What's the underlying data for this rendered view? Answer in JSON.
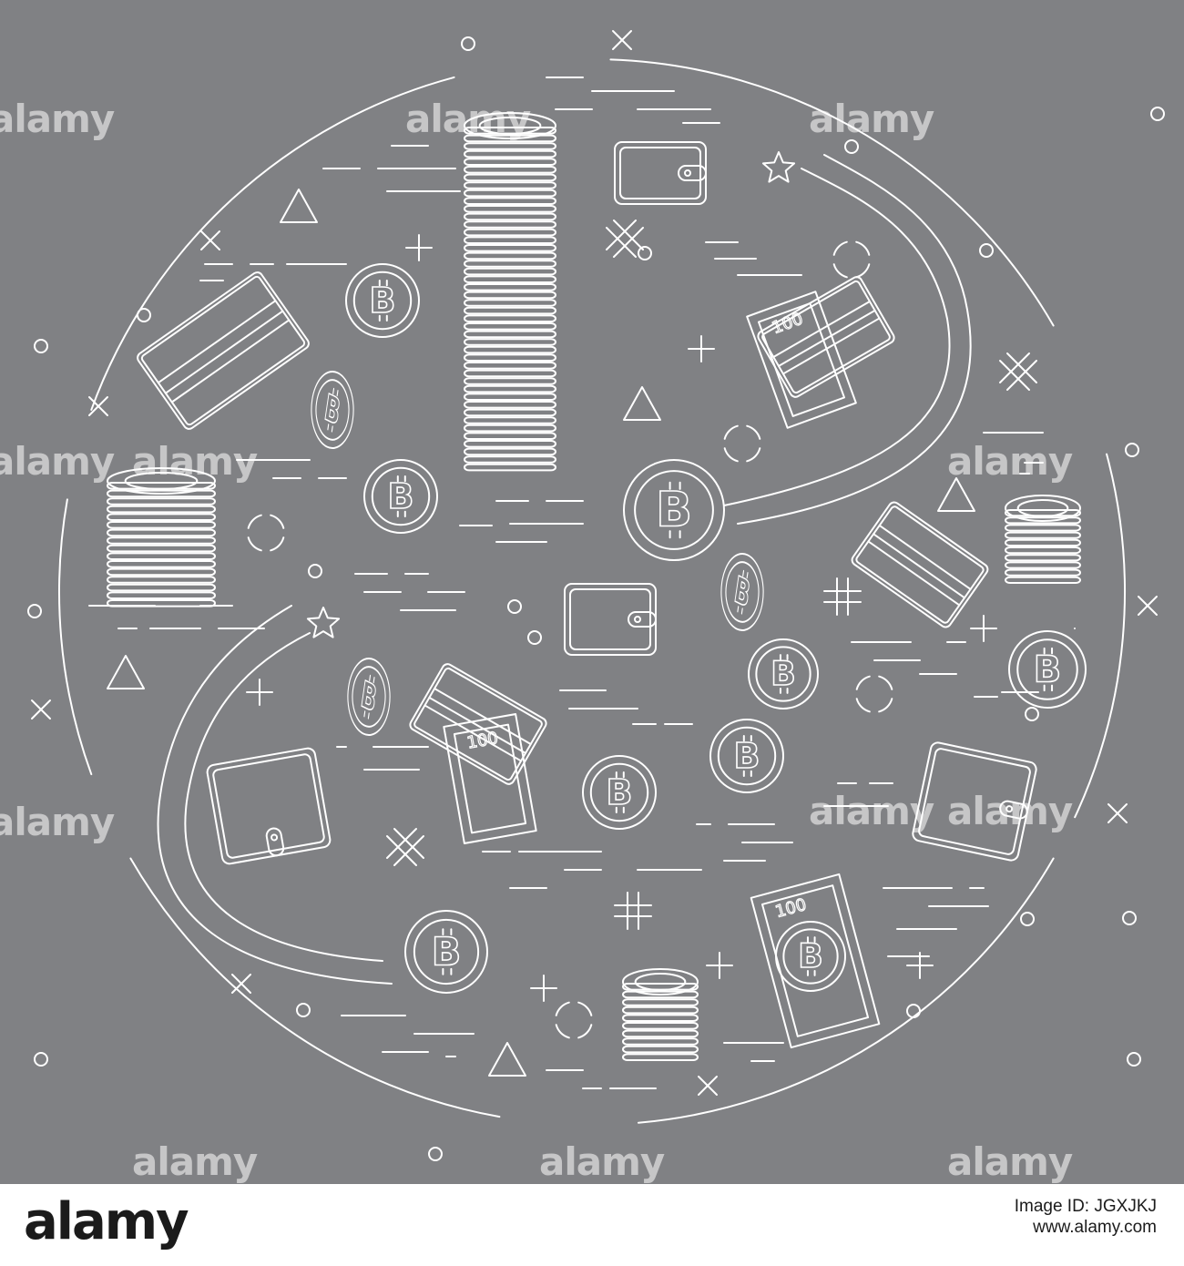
{
  "colors": {
    "background": "#808184",
    "line": "#ffffff",
    "footer_background": "#ffffff",
    "footer_text": "#1b1b1b"
  },
  "watermark": {
    "text": "alamy"
  },
  "footer": {
    "logo": "alamy",
    "image_id_line": "Image ID: JGXJKJ",
    "site_line": "www.alamy.com"
  },
  "illustration": {
    "icons": [
      "bitcoin-coin-icon",
      "coin-stack-icon",
      "wallet-icon",
      "credit-card-icon",
      "banknote-icon",
      "star-icon",
      "triangle-icon",
      "cross-icon",
      "plus-icon",
      "hash-icon",
      "circle-icon"
    ],
    "banknote_value": "100",
    "coin_symbol": "B"
  }
}
